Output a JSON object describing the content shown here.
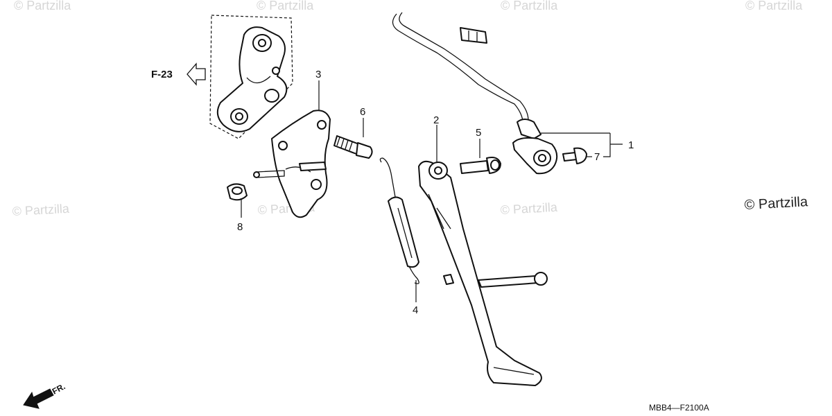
{
  "diagram": {
    "reference": "F-23",
    "direction": "FR.",
    "code": "MBB4—F2100A",
    "brand": "© Partzilla",
    "watermarks": [
      "© Partzilla",
      "© Partzilla",
      "© Partzilla",
      "© Partzilla",
      "© Partzilla",
      "© Partzilla",
      "© Partzilla"
    ],
    "callouts": [
      {
        "number": "1",
        "part": "side-stand-switch"
      },
      {
        "number": "2",
        "part": "side-stand"
      },
      {
        "number": "3",
        "part": "stand-bracket"
      },
      {
        "number": "4",
        "part": "return-spring"
      },
      {
        "number": "5",
        "part": "pivot-bolt"
      },
      {
        "number": "6",
        "part": "flange-bolt"
      },
      {
        "number": "7",
        "part": "switch-bolt"
      },
      {
        "number": "8",
        "part": "nut"
      }
    ]
  }
}
